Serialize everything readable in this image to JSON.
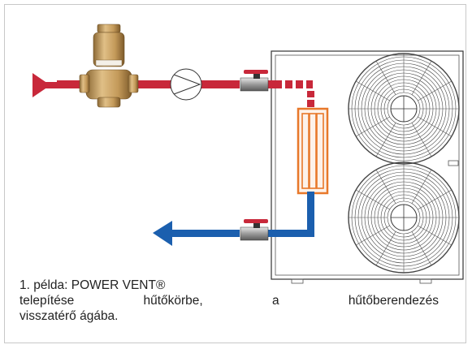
{
  "caption": {
    "line1": "1. példa: POWER VENT®",
    "line2": "telepítése hűtőkörbe, a hűtőberendezés",
    "line3": "visszatérő ágába."
  },
  "colors": {
    "supply_red": "#c8283a",
    "return_blue": "#1b5fae",
    "heat_exchanger": "#e8782a",
    "brass": "#c49a5a"
  },
  "icons": {
    "inlet_arrow": "red-triangle-arrow",
    "outlet_arrow": "blue-triangle-arrow",
    "pump": "circulation-pump-symbol",
    "fans": "fan-grille"
  }
}
